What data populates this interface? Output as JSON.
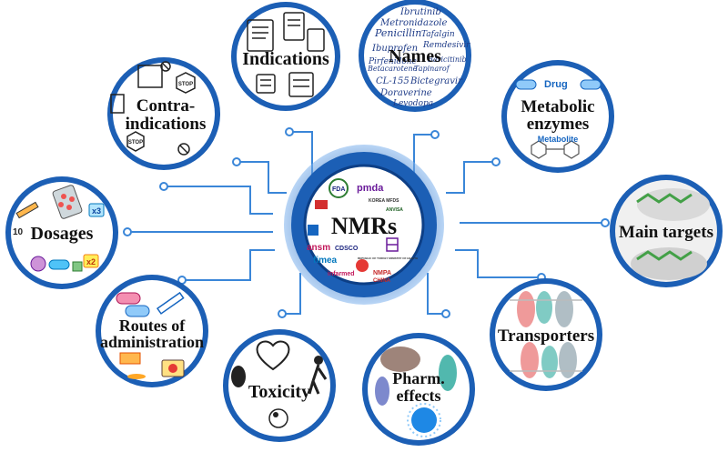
{
  "hub": {
    "label": "NMRs",
    "logos": [
      "FDA",
      "pmda",
      "KOREA MFDS",
      "ANVISA",
      "ansm",
      "CDSCO",
      "fimea",
      "infarmed",
      "NMPA",
      "CHINA",
      "REPUBLIC OF TURKEY MINISTRY OF HEALTH"
    ]
  },
  "nodes": {
    "indications": "Indications",
    "names": "Names",
    "contraindications": [
      "Contra-",
      "indications"
    ],
    "metabolic": [
      "Metabolic",
      "enzymes"
    ],
    "dosages": "Dosages",
    "main_targets": "Main targets",
    "routes": [
      "Routes of",
      "administration"
    ],
    "transporters": "Transporters",
    "toxicity": "Toxicity",
    "pharm": [
      "Pharm.",
      "effects"
    ]
  },
  "names_words": [
    "Ibrutinib",
    "Metronidazole",
    "Penicillin",
    "Tafalgin",
    "Ibuprofen",
    "Remdesivir",
    "Pirfenidone",
    "Baricitinib",
    "Betacarotene",
    "Tapinarof",
    "CL-155",
    "Bictegravir",
    "Doraverine",
    "Levodopa"
  ],
  "metabolic_detail": {
    "drug": "Drug",
    "metabolite": "Metabolite"
  },
  "dosage_badges": [
    "10",
    "x3",
    "x2"
  ],
  "sign_texts": [
    "STOP",
    "STOP"
  ],
  "colors": {
    "ring": "#1c5fb5",
    "ring_light": "#4a90e0",
    "connector": "#3a86d8",
    "names_text": "#1f3c88"
  }
}
